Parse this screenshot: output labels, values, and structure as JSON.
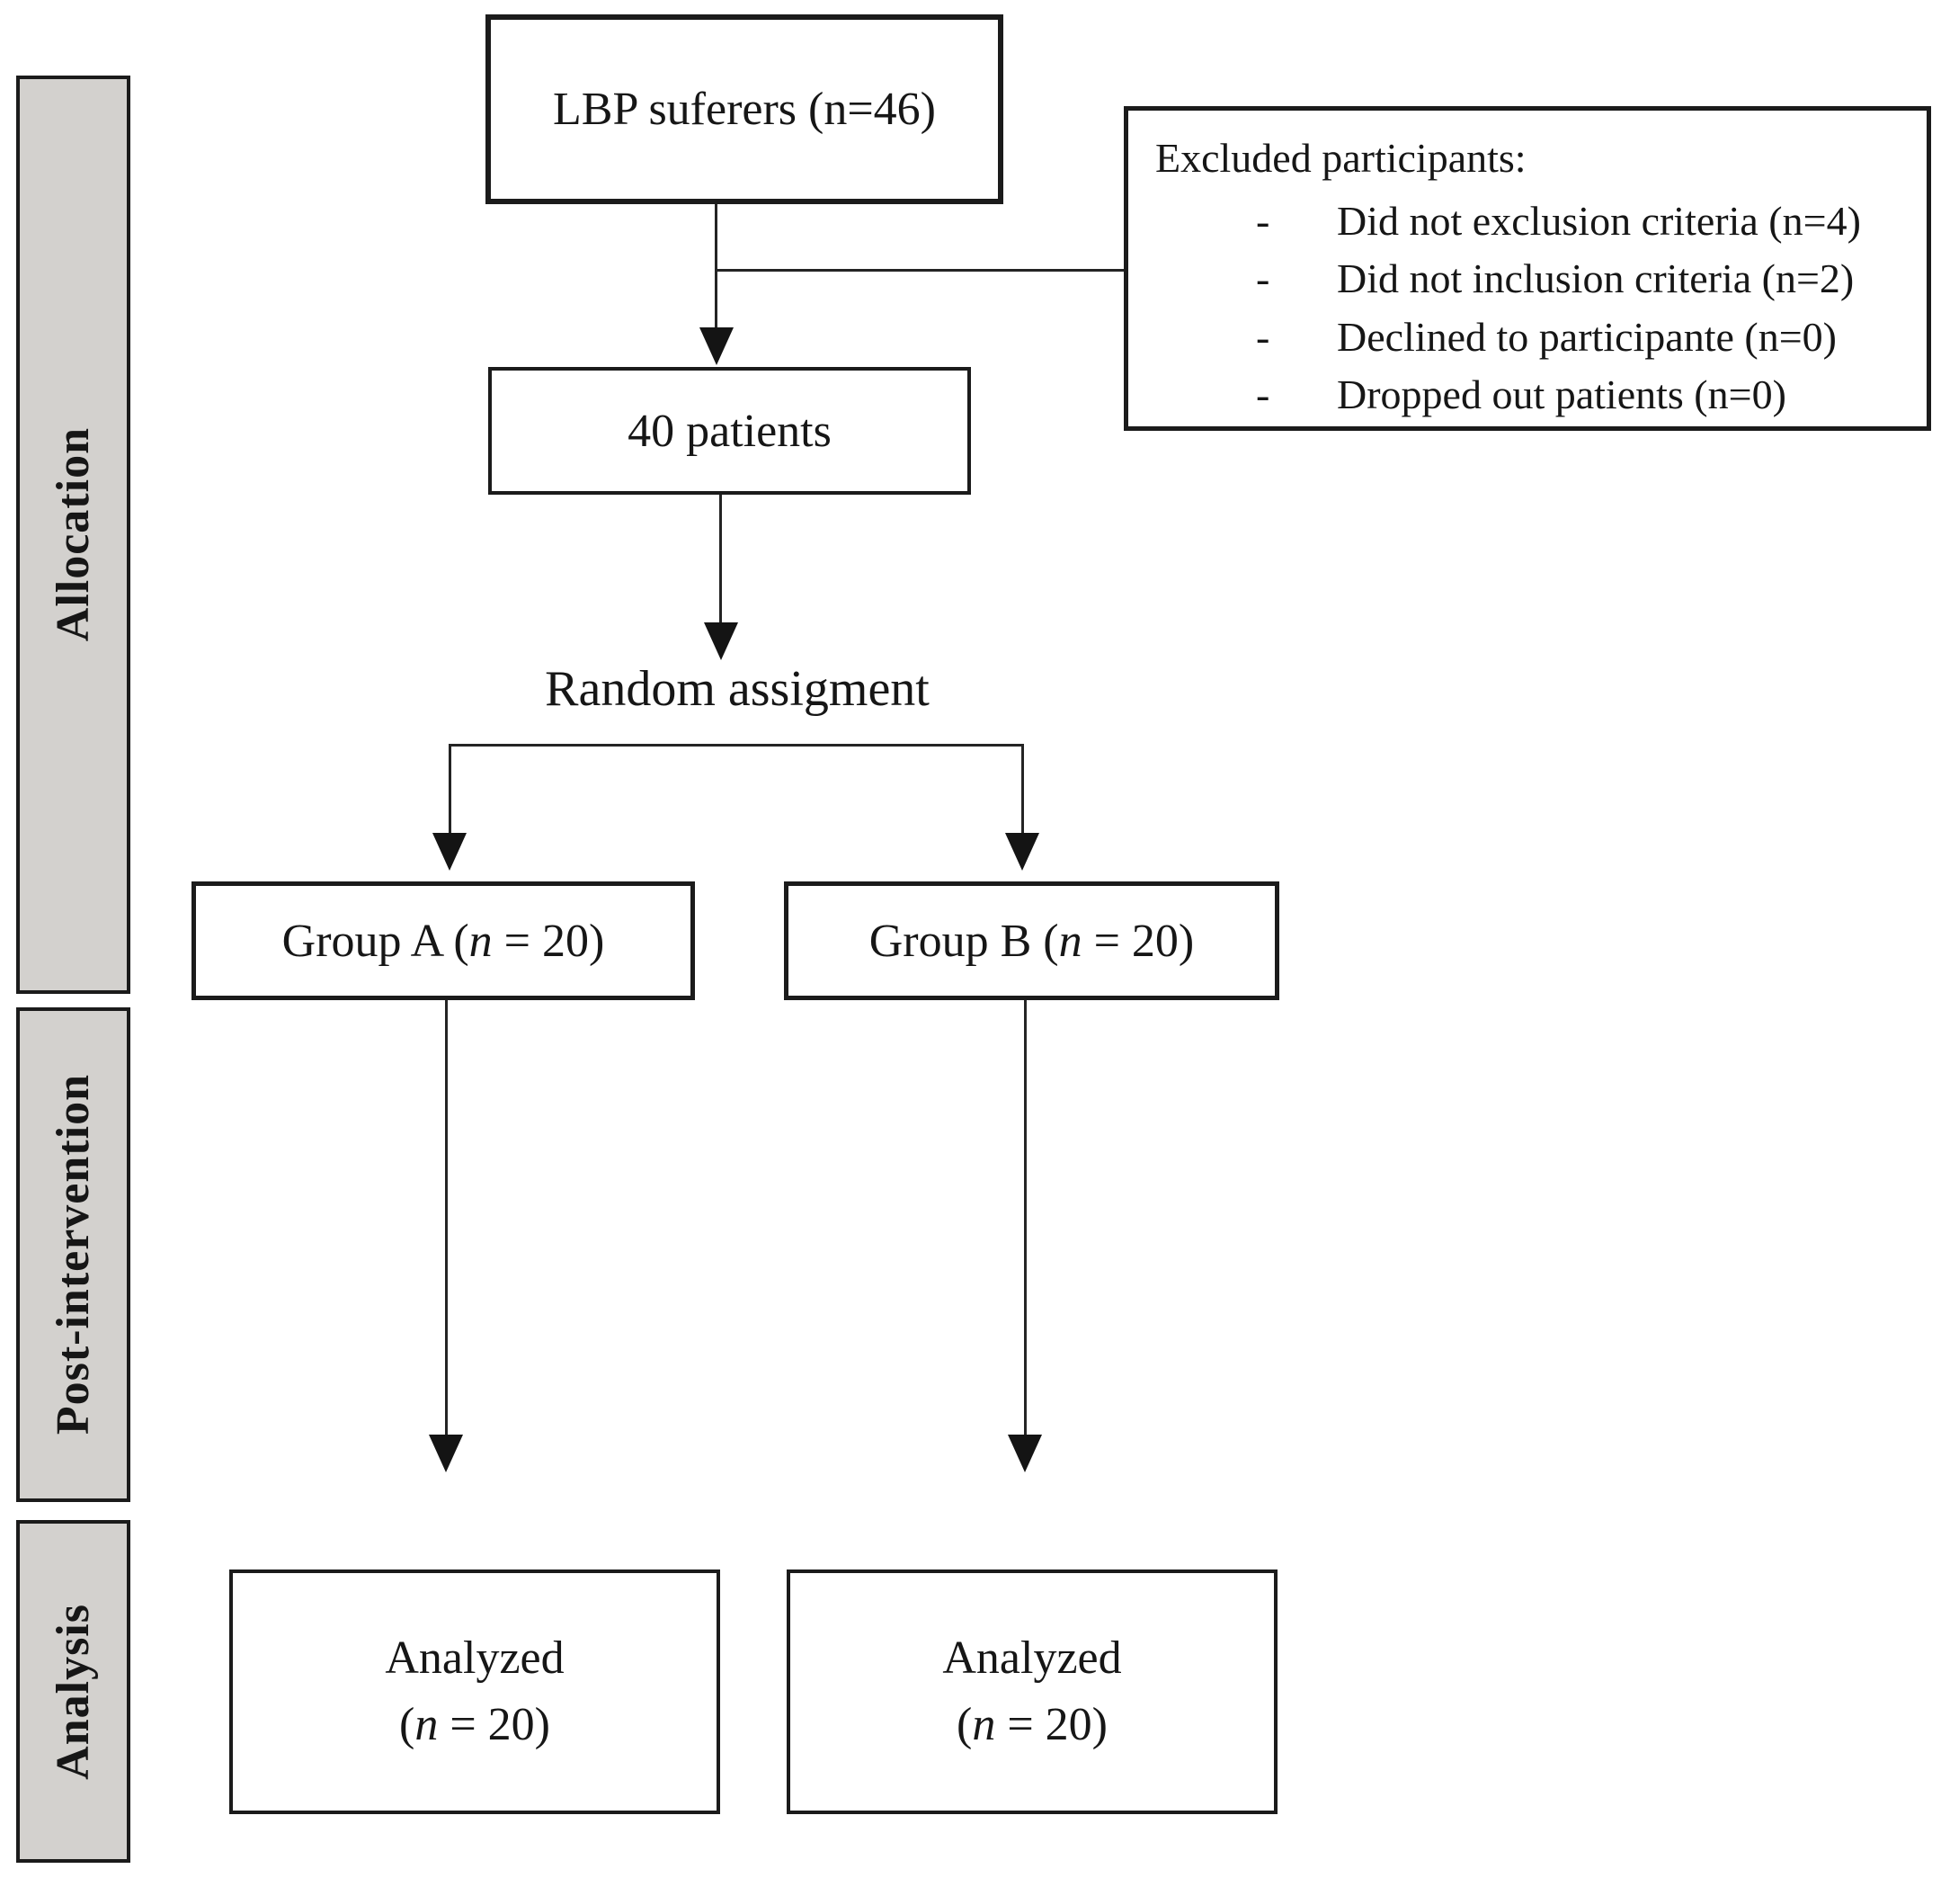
{
  "colors": {
    "stage_fill": "#d3d1ce",
    "line": "#1b1b1b",
    "background": "#ffffff"
  },
  "sidebar": {
    "stages": [
      {
        "label": "Allocation"
      },
      {
        "label": "Post-intervention"
      },
      {
        "label": "Analysis"
      }
    ]
  },
  "flow": {
    "enrollment_box": "LBP suferers (n=46)",
    "excluded_box": {
      "title": "Excluded participants:",
      "bullet": "-",
      "items": [
        "Did not exclusion criteria (n=4)",
        "Did not inclusion criteria (n=2)",
        "Declined to participante (n=0)",
        "Dropped out patients (n=0)"
      ]
    },
    "allocated_box": "40 patients",
    "randomization_label": "Random assigment",
    "group_a": {
      "prefix": "Group A (",
      "n_symbol": "n",
      "suffix": " = 20)"
    },
    "group_b": {
      "prefix": "Group B (",
      "n_symbol": "n",
      "suffix": " = 20)"
    },
    "analyzed_a": {
      "line1": "Analyzed",
      "prefix": "(",
      "n_symbol": "n",
      "suffix": " = 20)"
    },
    "analyzed_b": {
      "line1": "Analyzed",
      "prefix": "(",
      "n_symbol": "n",
      "suffix": " = 20)"
    }
  }
}
